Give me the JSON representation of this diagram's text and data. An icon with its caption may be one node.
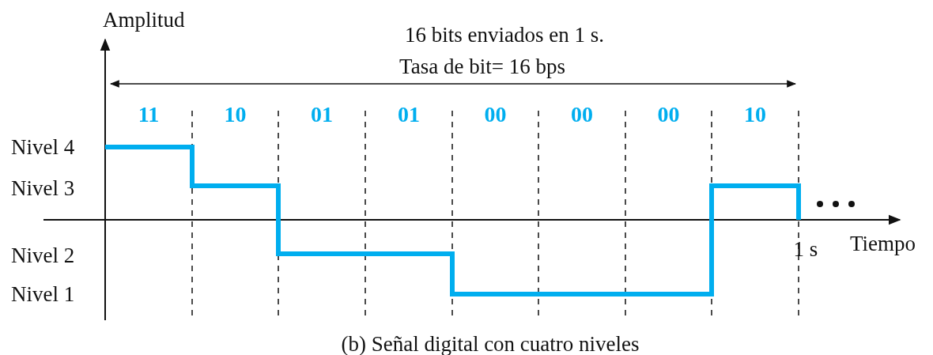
{
  "diagram": {
    "caption": "(b) Señal digital con cuatro niveles",
    "labels": [
      "Amplitud",
      "16 bits enviados en 1 s.",
      "Tasa de bit= 16 bps",
      "11",
      "10",
      "01",
      "01",
      "00",
      "00",
      "00",
      "10",
      "Nivel 4",
      "Nivel 3",
      "Nivel 2",
      "Nivel 1",
      "1 s",
      "Tiempo"
    ]
  }
}
